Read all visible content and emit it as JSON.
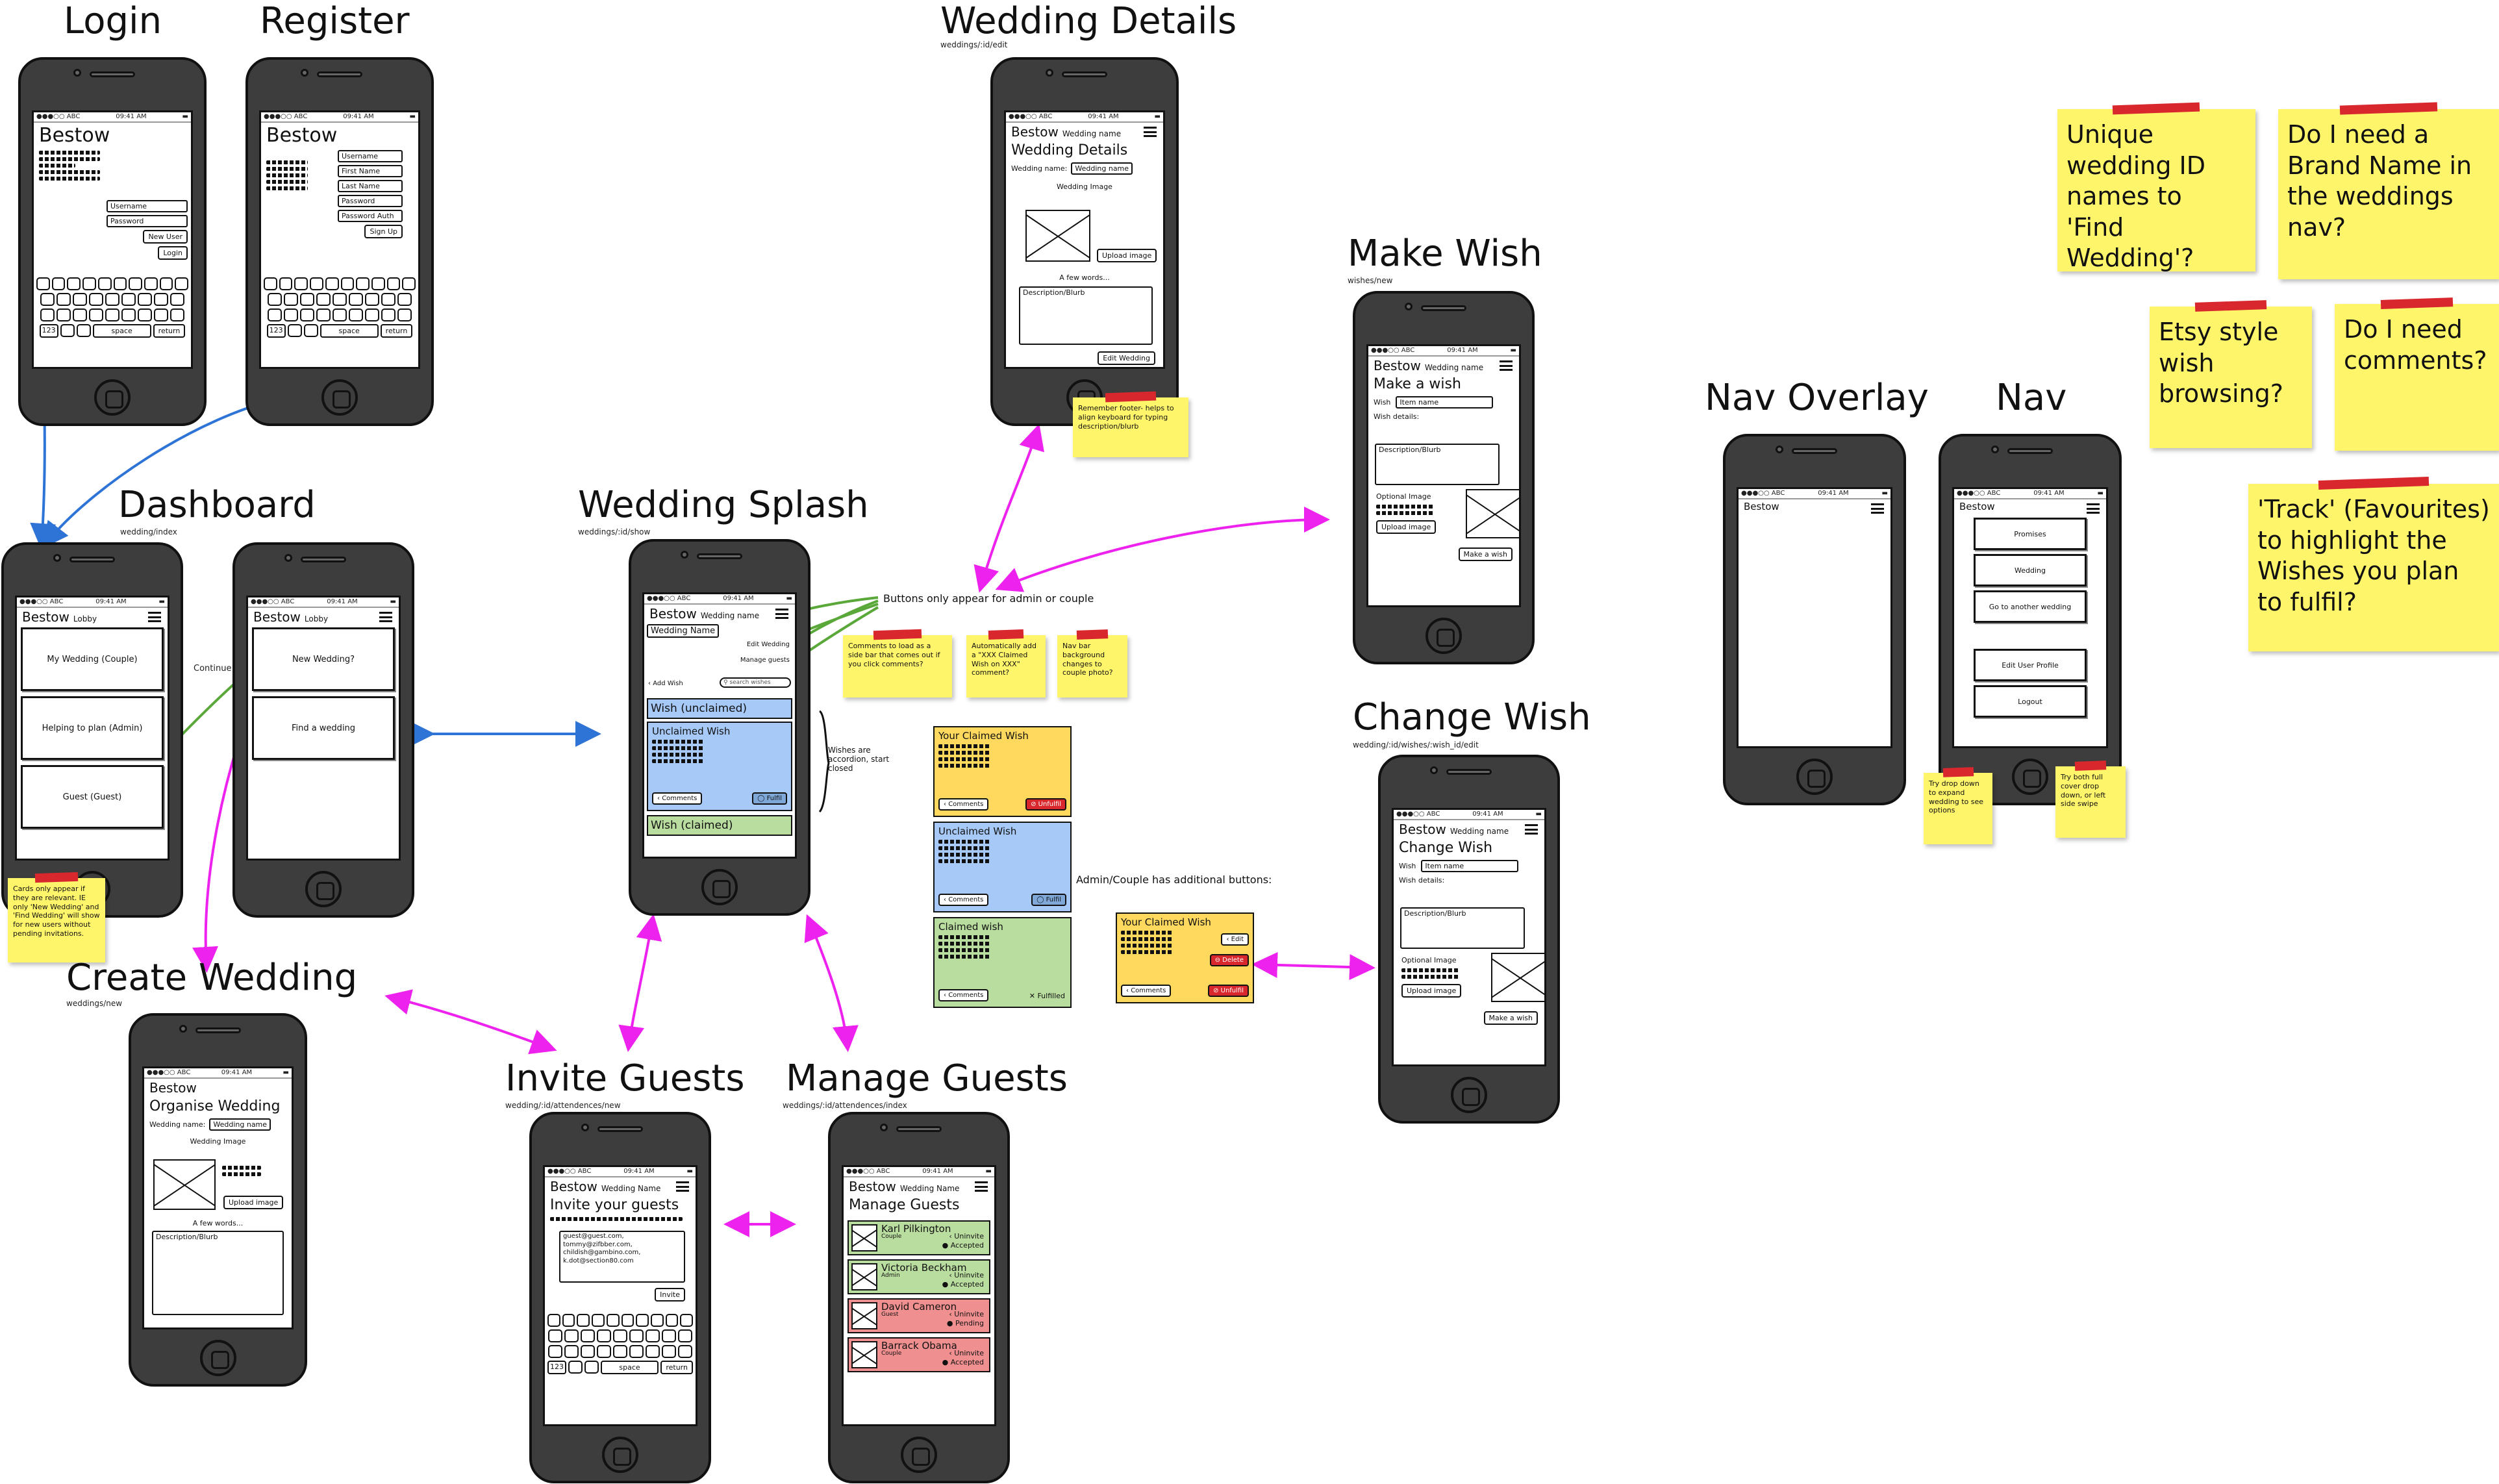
{
  "titles": {
    "login": "Login",
    "register": "Register",
    "wedding_details": "Wedding Details",
    "make_wish": "Make Wish",
    "dashboard": "Dashboard",
    "wedding_splash": "Wedding Splash",
    "change_wish": "Change Wish",
    "create_wedding": "Create Wedding",
    "invite_guests": "Invite Guests",
    "manage_guests": "Manage Guests",
    "nav_overlay": "Nav Overlay",
    "nav": "Nav"
  },
  "routes": {
    "wedding_details": "weddings/:id/edit",
    "make_wish": "wishes/new",
    "dashboard": "wedding/index",
    "wedding_splash": "weddings/:id/show",
    "change_wish": "wedding/:id/wishes/:wish_id/edit",
    "create_wedding": "weddings/new",
    "invite_guests": "wedding/:id/attendences/new",
    "manage_guests": "weddings/:id/attendences/index"
  },
  "phone": {
    "carrier": "●●●○○ ABC",
    "time": "09:41 AM",
    "brand": "Bestow",
    "wedding_name": "Wedding name",
    "wedding_name_alt": "Wedding Name",
    "lobby": "Lobby"
  },
  "login": {
    "username": "Username",
    "password": "Password",
    "new_user": "New User",
    "login": "Login"
  },
  "register": {
    "username": "Username",
    "first_name": "First Name",
    "last_name": "Last Name",
    "password": "Password",
    "password_auth": "Password Auth",
    "sign_up": "Sign Up"
  },
  "keyboard": {
    "space": "space",
    "return": "return",
    "num": "123"
  },
  "dashboard": {
    "card1": "My Wedding (Couple)",
    "card2": "Helping to plan (Admin)",
    "card3": "Guest (Guest)",
    "card4": "New Wedding?",
    "card5": "Find a wedding",
    "continue": "Continue"
  },
  "wedding_details": {
    "heading": "Wedding Details",
    "name_label": "Wedding name:",
    "name_value": "Wedding name",
    "image_label": "Wedding Image",
    "upload": "Upload image",
    "few_words": "A few words...",
    "desc": "Description/Blurb",
    "edit": "Edit Wedding"
  },
  "make_wish": {
    "heading": "Make a wish",
    "wish_label": "Wish",
    "wish_value": "Item name",
    "details_label": "Wish details:",
    "desc": "Description/Blurb",
    "optional_image": "Optional Image",
    "upload": "Upload image",
    "submit": "Make a wish"
  },
  "change_wish": {
    "heading": "Change Wish",
    "wish_label": "Wish",
    "wish_value": "Item name",
    "details_label": "Wish details:",
    "desc": "Description/Blurb",
    "optional_image": "Optional Image",
    "upload": "Upload image",
    "submit": "Make a wish"
  },
  "splash": {
    "wedding_name_field": "Wedding Name",
    "edit_wedding": "Edit Wedding",
    "manage_guests": "Manage guests",
    "add_wish": "Add Wish",
    "search": "search wishes",
    "wish_unclaimed_header": "Wish (unclaimed)",
    "unclaimed_wish": "Unclaimed Wish",
    "comments": "Comments",
    "fulfil": "Fulfil",
    "wish_claimed_header": "Wish (claimed)"
  },
  "accordion_note": "Wishes are accordion, start closed",
  "buttons_note": "Buttons only appear for admin or couple",
  "admin_note": "Admin/Couple has additional buttons:",
  "wish_cards": {
    "your_claimed": "Your Claimed Wish",
    "unclaimed": "Unclaimed Wish",
    "claimed": "Claimed wish",
    "comments": "Comments",
    "unfulfil": "Unfulfil",
    "fulfil": "Fulfil",
    "fulfilled": "Fulfilled",
    "edit": "Edit",
    "delete": "Delete"
  },
  "create_wedding": {
    "heading": "Organise Wedding",
    "name_label": "Wedding name:",
    "name_value": "Wedding name",
    "image_label": "Wedding Image",
    "upload": "Upload image",
    "few_words": "A few words...",
    "desc": "Description/Blurb"
  },
  "invite": {
    "heading": "Invite your guests",
    "emails": [
      "guest@guest.com,",
      "tommy@zifbber.com,",
      "childish@gambino.com,",
      "k.dot@section80.com"
    ],
    "invite": "Invite"
  },
  "manage": {
    "heading": "Manage Guests",
    "uninvite": "Uninvite",
    "guests": [
      {
        "name": "Karl Pilkington",
        "role": "Couple",
        "status": "Accepted",
        "color": "#b9dc9f"
      },
      {
        "name": "Victoria Beckham",
        "role": "Admin",
        "status": "Accepted",
        "color": "#b9dc9f"
      },
      {
        "name": "David Cameron",
        "role": "Guest",
        "status": "Pending",
        "color": "#ef8f8f"
      },
      {
        "name": "Barrack Obama",
        "role": "Couple",
        "status": "Accepted",
        "color": "#ef8f8f"
      }
    ]
  },
  "nav": {
    "items": [
      "Promises",
      "Wedding",
      "Go to another wedding",
      "Edit User Profile",
      "Logout"
    ]
  },
  "small_stickies": {
    "dashboard": "Cards only appear if they are relevant. IE only 'New Wedding' and 'Find Wedding' will show for new users without pending invitations.",
    "footer": "Remember footer- helps to align keyboard for typing description/blurb",
    "comments": "Comments to load as a side bar that comes out if you click comments?",
    "auto_add": "Automatically add a \"XXX Claimed Wish on XXX\" comment?",
    "nav_bar": "Nav bar background changes to couple photo?",
    "dropdown": "Try drop down to expand wedding to see options",
    "fullcover": "Try both full cover drop down, or left side swipe"
  },
  "big_stickies": {
    "unique": "Unique wedding ID names to 'Find Wedding'?",
    "brand_name": "Do I need a Brand Name in the weddings nav?",
    "etsy": "Etsy style wish browsing?",
    "comments": "Do I need comments?",
    "track": "'Track' (Favourites) to highlight the Wishes you plan to fulfil?"
  },
  "colors": {
    "sticky": "#fff56b",
    "tape": "#d8282d",
    "blue_arrow": "#2e74d6",
    "magenta_arrow": "#ee22ee",
    "green_arrow": "#5aa83a",
    "unclaimed_blue": "#a6c9f7",
    "claimed_green": "#b9dc9f",
    "your_claim_yellow": "#ffd95e",
    "pending_red": "#ef8f8f"
  }
}
